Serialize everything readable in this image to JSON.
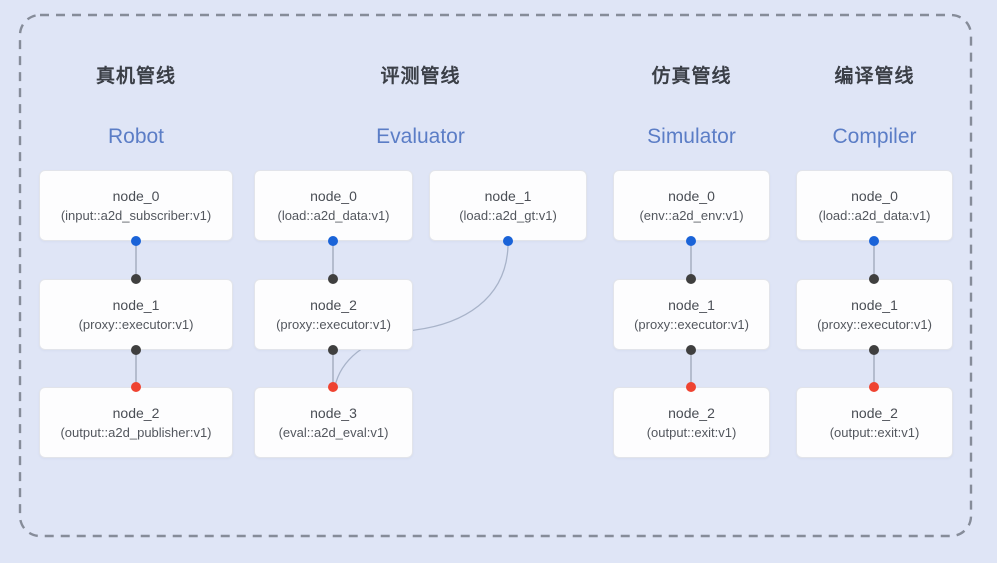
{
  "diagram": {
    "background_color": "#dfe5f6",
    "dashed_border_color": "#868c99",
    "accent_title_color": "#5b7dc6",
    "port_colors": {
      "source_port": "#1a63d8",
      "input_port": "#3f3f3f",
      "sink_port": "#ef4331"
    }
  },
  "pipelines": [
    {
      "id": "robot",
      "title_zh": "真机管线",
      "title_en": "Robot",
      "nodes": [
        {
          "name": "node_0",
          "type": "(input::a2d_subscriber:v1)"
        },
        {
          "name": "node_1",
          "type": "(proxy::executor:v1)"
        },
        {
          "name": "node_2",
          "type": "(output::a2d_publisher:v1)"
        }
      ]
    },
    {
      "id": "evaluator",
      "title_zh": "评测管线",
      "title_en": "Evaluator",
      "nodes": [
        {
          "name": "node_0",
          "type": "(load::a2d_data:v1)"
        },
        {
          "name": "node_1",
          "type": "(load::a2d_gt:v1)"
        },
        {
          "name": "node_2",
          "type": "(proxy::executor:v1)"
        },
        {
          "name": "node_3",
          "type": "(eval::a2d_eval:v1)"
        }
      ]
    },
    {
      "id": "simulator",
      "title_zh": "仿真管线",
      "title_en": "Simulator",
      "nodes": [
        {
          "name": "node_0",
          "type": "(env::a2d_env:v1)"
        },
        {
          "name": "node_1",
          "type": "(proxy::executor:v1)"
        },
        {
          "name": "node_2",
          "type": "(output::exit:v1)"
        }
      ]
    },
    {
      "id": "compiler",
      "title_zh": "编译管线",
      "title_en": "Compiler",
      "nodes": [
        {
          "name": "node_0",
          "type": "(load::a2d_data:v1)"
        },
        {
          "name": "node_1",
          "type": "(proxy::executor:v1)"
        },
        {
          "name": "node_2",
          "type": "(output::exit:v1)"
        }
      ]
    }
  ]
}
